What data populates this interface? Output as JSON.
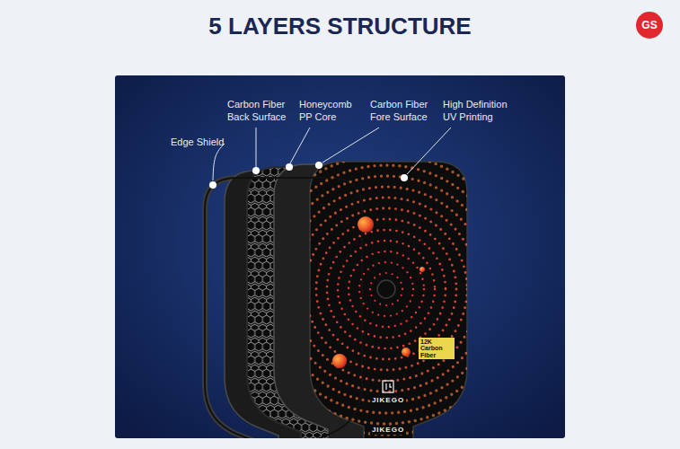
{
  "diagram": {
    "title": "5 LAYERS STRUCTURE",
    "labels": [
      "Edge Shield",
      "Carbon Fiber Back Surface",
      "Honeycomb PP Core",
      "Carbon Fiber Fore Surface",
      "High Definition UV Printing",
      "12K Carbon Fiber",
      "JIKEGO",
      "JIKEGO",
      "GS"
    ]
  }
}
